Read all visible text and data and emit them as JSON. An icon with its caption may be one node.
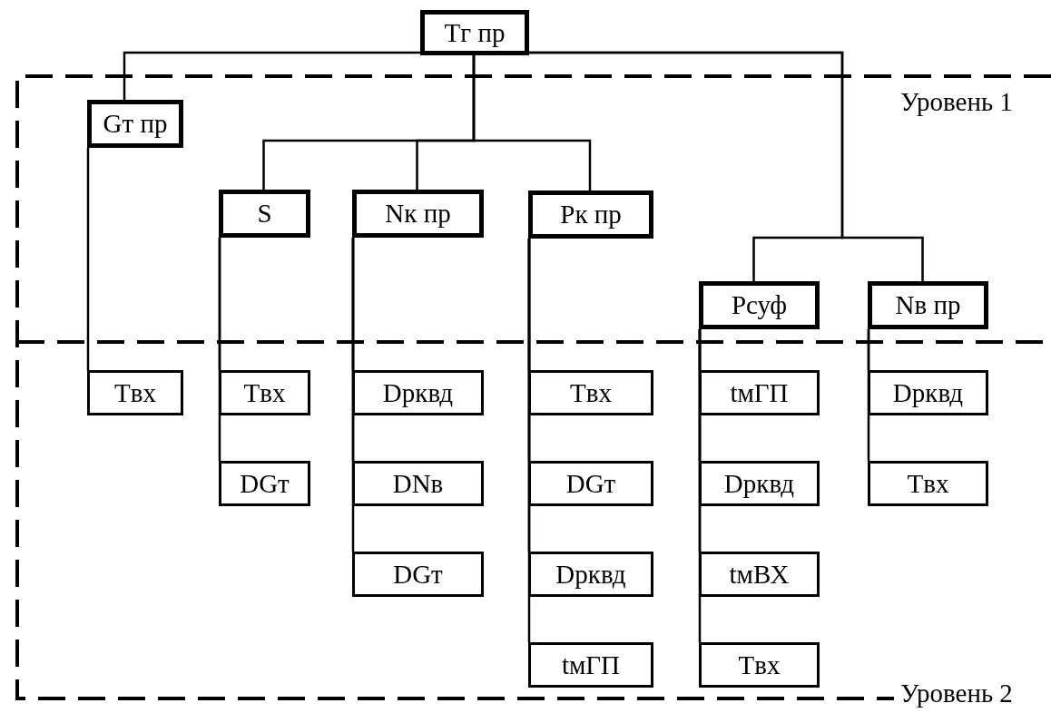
{
  "diagram": {
    "nodes": [
      {
        "text": [
          "Tг пр"
        ]
      },
      {
        "text": [
          "Gт пр"
        ]
      },
      {
        "text": [
          "S"
        ]
      },
      {
        "text": [
          "Nк пр"
        ]
      },
      {
        "text": [
          "Pк пр"
        ]
      },
      {
        "text": [
          "Pсуф"
        ]
      },
      {
        "text": [
          "Nв пр"
        ]
      },
      {
        "text": [
          "Tвх"
        ]
      },
      {
        "text": [
          "Tвх"
        ]
      },
      {
        "text": [
          "DGт"
        ]
      },
      {
        "text": [
          "Dрквд"
        ]
      },
      {
        "text": [
          "DNв"
        ]
      },
      {
        "text": [
          "DGт"
        ]
      },
      {
        "text": [
          "Tвх"
        ]
      },
      {
        "text": [
          "DGт"
        ]
      },
      {
        "text": [
          "Dрквд"
        ]
      },
      {
        "text": [
          "tмГП"
        ]
      },
      {
        "text": [
          "tмГП"
        ]
      },
      {
        "text": [
          "Dрквд"
        ]
      },
      {
        "text": [
          "tмВХ"
        ]
      },
      {
        "text": [
          "Tвх"
        ]
      },
      {
        "text": [
          "Dрквд"
        ]
      },
      {
        "text": [
          "Tвх"
        ]
      }
    ],
    "edges": [
      {
        "from": 0,
        "to": 1,
        "arrow": "none"
      },
      {
        "from": 0,
        "to": 2,
        "arrow": "none"
      },
      {
        "from": 0,
        "to": 3,
        "arrow": "none"
      },
      {
        "from": 0,
        "to": 4,
        "arrow": "none"
      },
      {
        "from": 0,
        "to": 5,
        "arrow": "none"
      },
      {
        "from": 0,
        "to": 6,
        "arrow": "none"
      },
      {
        "from": 1,
        "to": 7,
        "arrow": "none"
      },
      {
        "from": 2,
        "to": 8,
        "arrow": "none"
      },
      {
        "from": 2,
        "to": 9,
        "arrow": "none"
      },
      {
        "from": 3,
        "to": 10,
        "arrow": "none"
      },
      {
        "from": 3,
        "to": 11,
        "arrow": "none"
      },
      {
        "from": 3,
        "to": 12,
        "arrow": "none"
      },
      {
        "from": 4,
        "to": 13,
        "arrow": "none"
      },
      {
        "from": 4,
        "to": 14,
        "arrow": "none"
      },
      {
        "from": 4,
        "to": 15,
        "arrow": "none"
      },
      {
        "from": 4,
        "to": 16,
        "arrow": "none"
      },
      {
        "from": 5,
        "to": 17,
        "arrow": "none"
      },
      {
        "from": 5,
        "to": 18,
        "arrow": "none"
      },
      {
        "from": 5,
        "to": 19,
        "arrow": "none"
      },
      {
        "from": 5,
        "to": 20,
        "arrow": "none"
      },
      {
        "from": 6,
        "to": 21,
        "arrow": "none"
      },
      {
        "from": 6,
        "to": 22,
        "arrow": "none"
      }
    ],
    "labels": [
      "Уровень 1",
      "Уровень 2"
    ]
  }
}
